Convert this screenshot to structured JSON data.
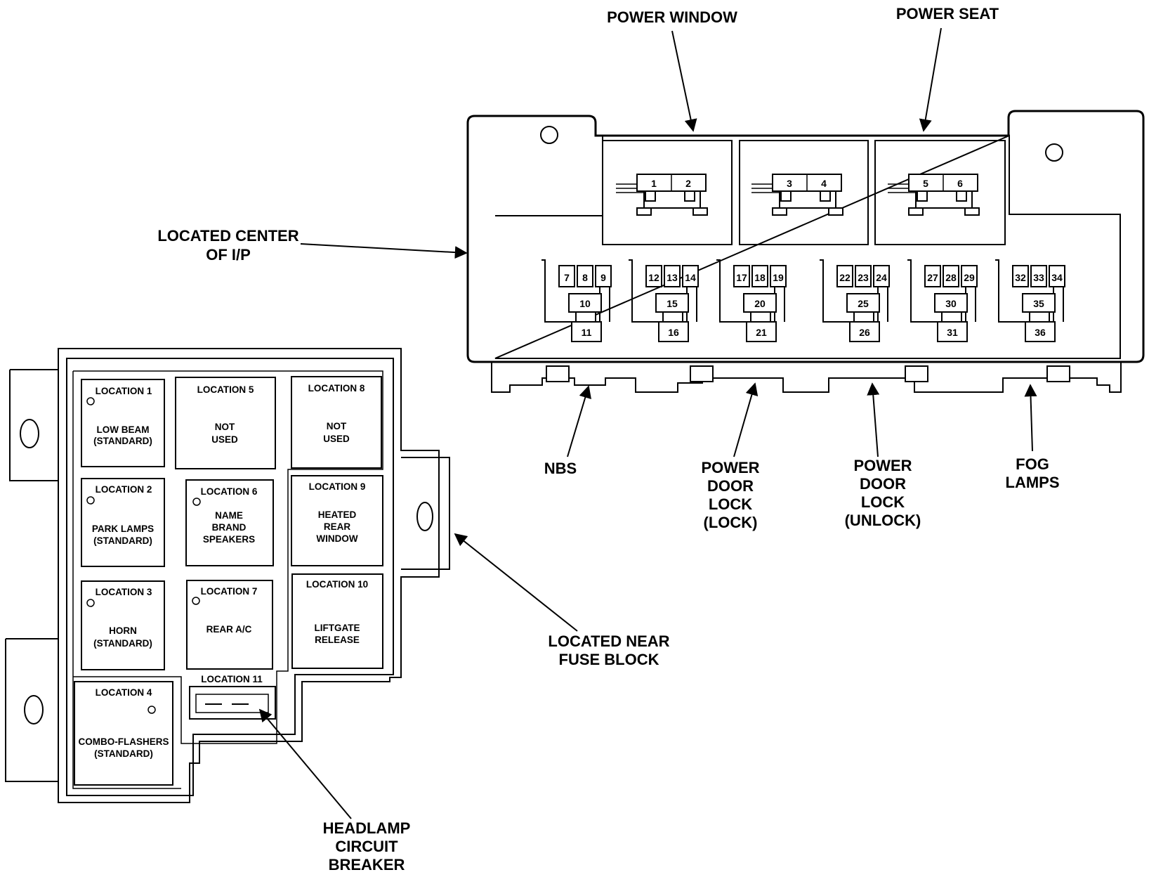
{
  "labels": {
    "power_window": "POWER WINDOW",
    "power_seat": "POWER SEAT",
    "located_center_1": "LOCATED CENTER",
    "located_center_2": "OF I/P",
    "nbs": "NBS",
    "door_lock_lock": [
      "POWER",
      "DOOR",
      "LOCK",
      "(LOCK)"
    ],
    "door_lock_unlock": [
      "POWER",
      "DOOR",
      "LOCK",
      "(UNLOCK)"
    ],
    "fog_lamps": [
      "FOG",
      "LAMPS"
    ],
    "located_near": [
      "LOCATED NEAR",
      "FUSE BLOCK"
    ],
    "headlamp_cb": [
      "HEADLAMP",
      "CIRCUIT",
      "BREAKER"
    ]
  },
  "relay_numbers": [
    "1",
    "2",
    "3",
    "4",
    "5",
    "6",
    "7",
    "8",
    "9",
    "10",
    "11",
    "12",
    "13",
    "14",
    "15",
    "16",
    "17",
    "18",
    "19",
    "20",
    "21",
    "22",
    "23",
    "24",
    "25",
    "26",
    "27",
    "28",
    "29",
    "30",
    "31",
    "32",
    "33",
    "34",
    "35",
    "36"
  ],
  "locations": {
    "loc1": {
      "title": "LOCATION 1",
      "lines": [
        "LOW BEAM",
        "(STANDARD)"
      ]
    },
    "loc2": {
      "title": "LOCATION 2",
      "lines": [
        "PARK LAMPS",
        "(STANDARD)"
      ]
    },
    "loc3": {
      "title": "LOCATION 3",
      "lines": [
        "HORN",
        "(STANDARD)"
      ]
    },
    "loc4": {
      "title": "LOCATION 4",
      "lines": [
        "COMBO-FLASHERS",
        "(STANDARD)"
      ]
    },
    "loc5": {
      "title": "LOCATION 5",
      "lines": [
        "NOT",
        "USED"
      ]
    },
    "loc6": {
      "title": "LOCATION 6",
      "lines": [
        "NAME",
        "BRAND",
        "SPEAKERS"
      ]
    },
    "loc7": {
      "title": "LOCATION 7",
      "lines": [
        "REAR A/C"
      ]
    },
    "loc8": {
      "title": "LOCATION 8",
      "lines": [
        "NOT",
        "USED"
      ]
    },
    "loc9": {
      "title": "LOCATION 9",
      "lines": [
        "HEATED",
        "REAR",
        "WINDOW"
      ]
    },
    "loc10": {
      "title": "LOCATION 10",
      "lines": [
        "LIFTGATE",
        "RELEASE"
      ]
    },
    "loc11": {
      "title": "LOCATION 11",
      "lines": []
    }
  }
}
